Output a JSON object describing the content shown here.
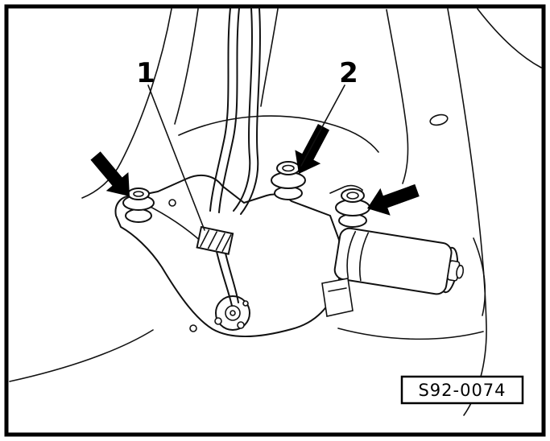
{
  "figure": {
    "callouts": {
      "one": "1",
      "two": "2"
    },
    "code": "S92-0074"
  },
  "colors": {
    "line": "#111111",
    "background": "#ffffff",
    "arrow_fill": "#000000"
  }
}
